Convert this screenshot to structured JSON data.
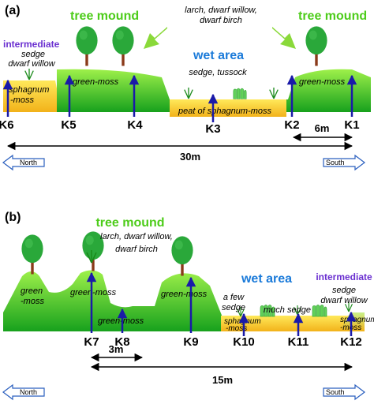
{
  "colors": {
    "green_top": "#9ef04a",
    "green_bottom": "#1aa01a",
    "peat_yellow": "#f7d02a",
    "tree_green": "#2aa83a",
    "trunk": "#8a3a1a",
    "arrow_blue": "#1a1aa8",
    "title_green": "#4dcc1a",
    "title_blue": "#1a7ad9",
    "title_purple": "#6a2fd0"
  },
  "panel_a": {
    "label": "(a)",
    "tree_mound_left": "tree mound",
    "tree_mound_right": "tree mound",
    "species_line1": "larch, dwarf willow,",
    "species_line2": "dwarf birch",
    "intermediate_title": "intermediate",
    "intermediate_line1": "sedge",
    "intermediate_line2": "dwarf willow",
    "wet_area": "wet area",
    "wet_species": "sedge, tussock",
    "sphagnum_line1": "sphagnum",
    "sphagnum_line2": "-moss",
    "green_moss_left": "green-moss",
    "green_moss_right": "green-moss",
    "peat": "peat of sphagnum-moss",
    "sites": [
      "K6",
      "K5",
      "K4",
      "K3",
      "K2",
      "K1"
    ],
    "dist_small": "6m",
    "dist_total": "30m",
    "north": "North",
    "south": "South"
  },
  "panel_b": {
    "label": "(b)",
    "tree_mound": "tree mound",
    "species_line1": "larch, dwarf willow,",
    "species_line2": "dwarf birch",
    "green_moss_1_line1": "green",
    "green_moss_1_line2": "-moss",
    "green_moss_2": "green-moss",
    "green_moss_3": "green-moss",
    "green_moss_4": "green-moss",
    "wet_area": "wet area",
    "intermediate_title": "intermediate",
    "intermediate_line1": "sedge",
    "intermediate_line2": "dwarf willow",
    "few_sedge_line1": "a few",
    "few_sedge_line2": "sedge",
    "much_sedge": "much sedge",
    "sphagnum_left_line1": "sphagnum",
    "sphagnum_left_line2": "-moss",
    "sphagnum_right_line1": "sphagnum",
    "sphagnum_right_line2": "-moss",
    "sites": [
      "K7",
      "K8",
      "K9",
      "K10",
      "K11",
      "K12"
    ],
    "dist_small": "3m",
    "dist_total": "15m",
    "north": "North",
    "south": "South"
  }
}
